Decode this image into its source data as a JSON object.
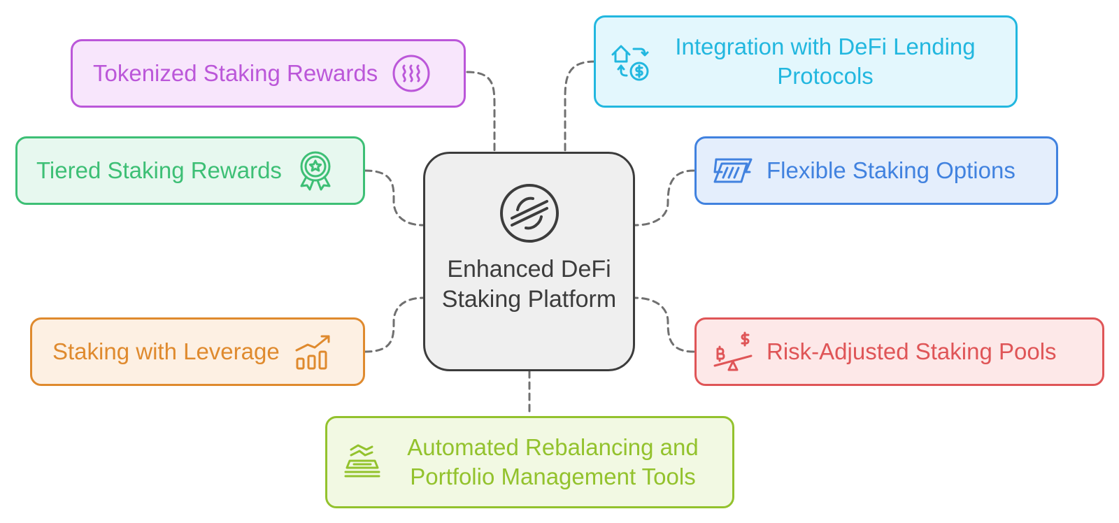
{
  "diagram": {
    "center": {
      "label": "Enhanced DeFi Staking Platform",
      "icon": "stellar-logo-icon",
      "color": "#3c3c3c",
      "fill": "#efefef"
    },
    "branches": [
      {
        "key": "tokenized",
        "label": "Tokenized Staking Rewards",
        "icon": "steam-icon",
        "color": "#bb57d9",
        "fill": "#f8e6fc"
      },
      {
        "key": "tiered",
        "label": "Tiered Staking Rewards",
        "icon": "award-rosette-icon",
        "color": "#3dbf75",
        "fill": "#e7f8ef"
      },
      {
        "key": "leverage",
        "label": "Staking with Leverage",
        "icon": "growth-chart-icon",
        "color": "#df8a2e",
        "fill": "#fdf0e3"
      },
      {
        "key": "integration",
        "label": "Integration with DeFi Lending Protocols",
        "icon": "home-exchange-dollar-icon",
        "color": "#22b7df",
        "fill": "#e3f7fd"
      },
      {
        "key": "flexible",
        "label": "Flexible Staking Options",
        "icon": "ticket-card-icon",
        "color": "#4182df",
        "fill": "#e4eefc"
      },
      {
        "key": "risk",
        "label": "Risk-Adjusted Staking Pools",
        "icon": "crypto-balance-icon",
        "color": "#df5557",
        "fill": "#fde8e8"
      },
      {
        "key": "rebalancing",
        "label": "Automated Rebalancing and Portfolio Management Tools",
        "icon": "auto-sort-icon",
        "color": "#93c22d",
        "fill": "#f2f9e3"
      }
    ],
    "connector_color": "#707070"
  }
}
